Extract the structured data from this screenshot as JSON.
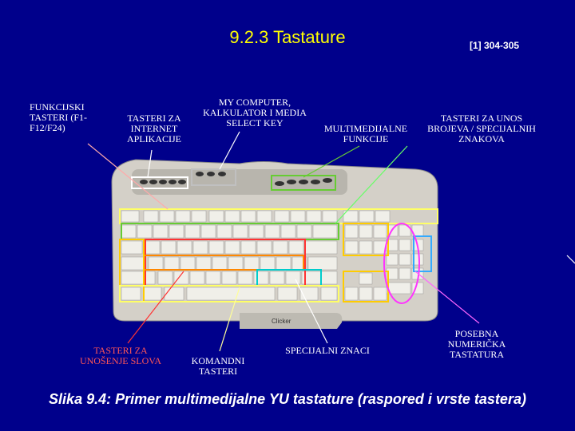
{
  "title": "9.2.3  Tastature",
  "reference": "[1] 304-305",
  "labels": {
    "function_keys": "FUNKCIJSKI TASTERI (F1-F12/F24)",
    "internet_keys": "TASTERI ZA INTERNET APLIKACIJE",
    "my_computer": "MY COMPUTER, KALKULATOR I MEDIA SELECT KEY",
    "multimedia": "MULTIMEDIJALNE FUNKCIJE",
    "numeric_special": "TASTERI ZA UNOS BROJEVA / SPECIJALNIH ZNAKOVA",
    "letters": "TASTERI ZA UNOŠENJE SLOVA",
    "command": "KOMANDNI TASTERI",
    "special_chars": "SPECIJALNI ZNACI",
    "numpad": "POSEBNA NUMERIČKA TASTATURA"
  },
  "keyboard_brand": "Clicker",
  "caption": "Slika 9.4: Primer  multimedijalne YU tastature (raspored i vrste tastera)",
  "colors": {
    "background": "#00008b",
    "title": "#ffff00",
    "function_keys_box": "#ffff66",
    "internet_box": "#ffffff",
    "my_computer_box": "#c0c0c0",
    "multimedia_box": "#66cc33",
    "numeric_box": "#33aaff",
    "letters_box": "#ff3333",
    "command_box": "#ffcc00",
    "special_box": "#00cccc",
    "numpad_box": "#ff33ff",
    "orange_row": "#ff8800"
  }
}
